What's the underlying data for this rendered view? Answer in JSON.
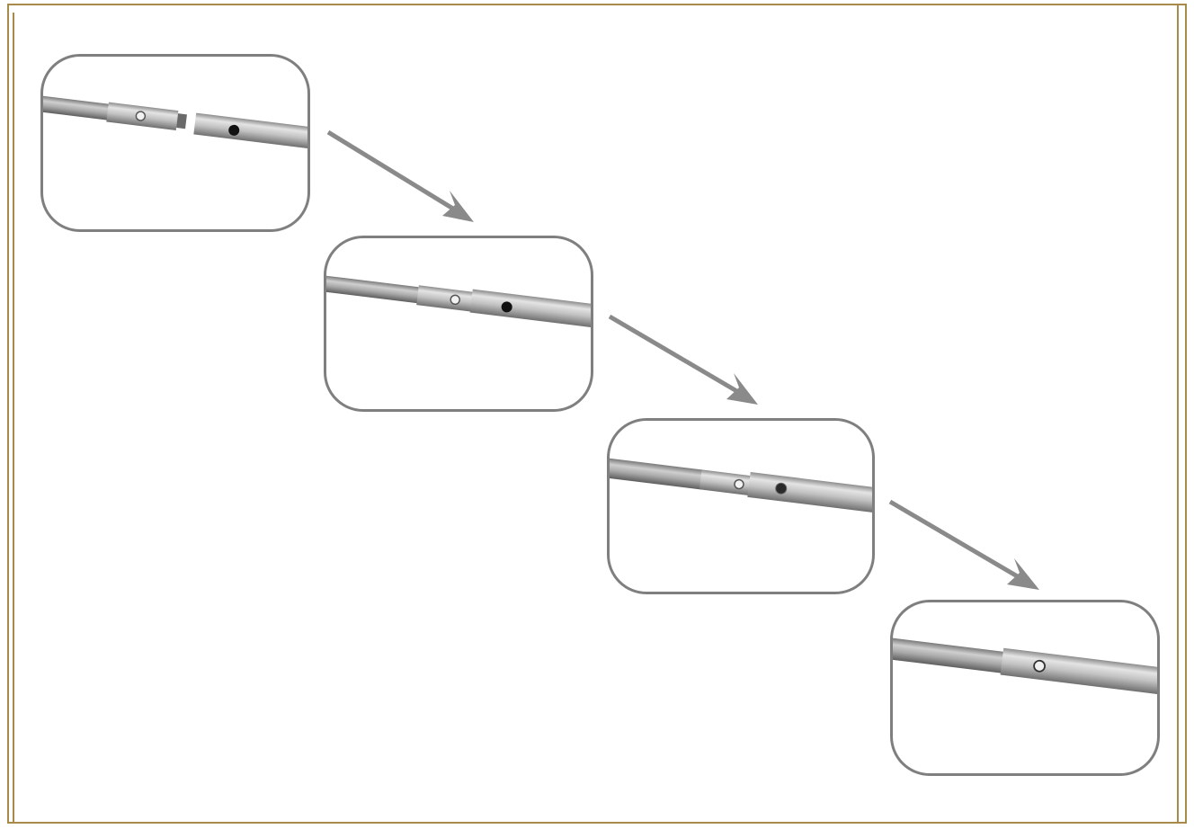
{
  "diagram": {
    "steps": [
      {
        "id": "step-1",
        "state": "separated"
      },
      {
        "id": "step-2",
        "state": "partially-inserted"
      },
      {
        "id": "step-3",
        "state": "nearly-joined"
      },
      {
        "id": "step-4",
        "state": "joined"
      }
    ],
    "colors": {
      "frame": "#a88a4a",
      "panel_border": "#7f7f7f",
      "arrow": "#8a8a8a",
      "pole": "#b9b9b9"
    }
  }
}
